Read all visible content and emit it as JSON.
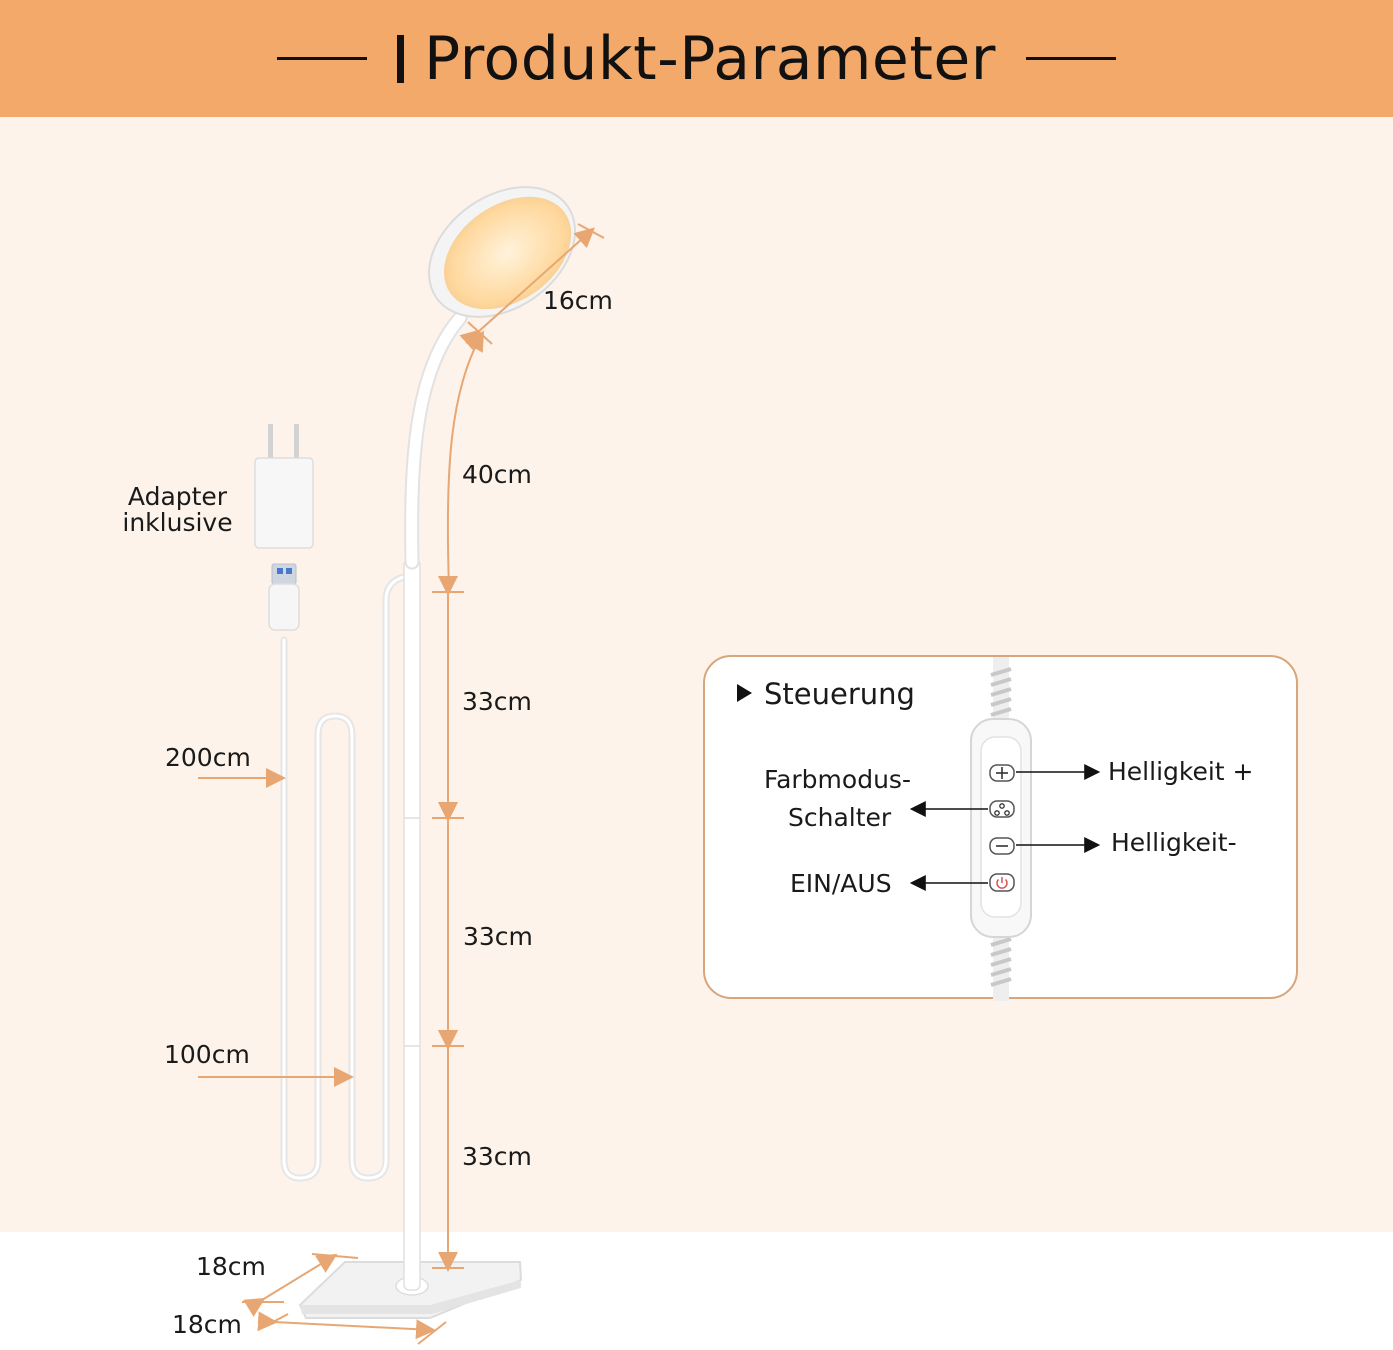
{
  "header": {
    "title": "Produkt-Parameter",
    "color": "#f3a96a"
  },
  "dimensions": {
    "head_diameter": "16cm",
    "gooseneck": "40cm",
    "pole_segment_1": "33cm",
    "pole_segment_2": "33cm",
    "pole_segment_3": "33cm",
    "base_width": "18cm",
    "base_depth": "18cm",
    "cable_total": "200cm",
    "cable_to_switch": "100cm"
  },
  "adapter": {
    "label": "Adapter inklusive",
    "line1": "Adapter",
    "line2": "inklusive"
  },
  "controls": {
    "title": "Steuerung",
    "brightness_up": "Helligkeit +",
    "brightness_down": "Helligkeit-",
    "color_mode_line1": "Farbmodus-",
    "color_mode_line2": "Schalter",
    "power": "EIN/AUS",
    "button_icons": [
      "plus-icon",
      "color-mode-icon",
      "minus-icon",
      "power-icon"
    ]
  },
  "colors": {
    "accent": "#f3a96a",
    "dimension_line": "#e8a772",
    "background": "#fdf3ea",
    "lamp_glow": "#ffd9a0"
  }
}
